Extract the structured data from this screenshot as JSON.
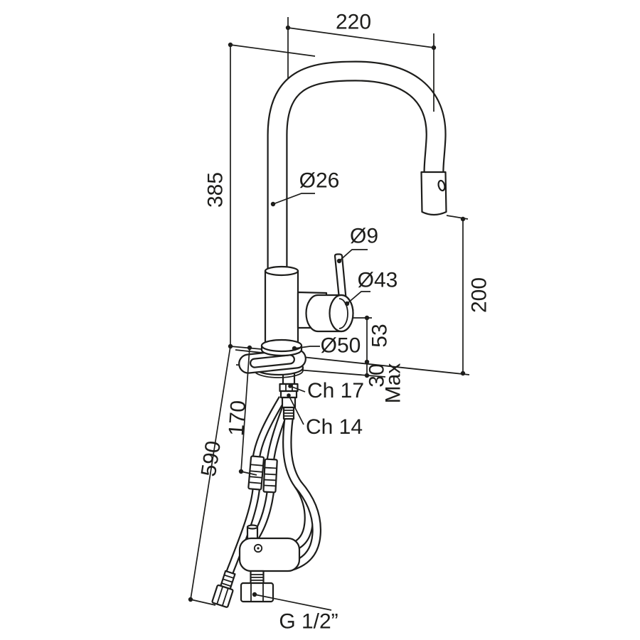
{
  "drawing": {
    "type": "technical-dimension-drawing",
    "subject": "pull-out kitchen sink mixer tap with gooseneck spout, flexible hoses and counterweight",
    "background_color": "#ffffff",
    "line_color": "#1d1d1b",
    "labels": {
      "spout_reach": "220",
      "spout_height": "385",
      "spout_tube_diameter": "Ø26",
      "lever_diameter": "Ø9",
      "handle_diameter": "Ø43",
      "base_diameter": "Ø50",
      "outlet_height": "53",
      "clearance_under_spray": "200",
      "bench_thickness": "30",
      "bench_thickness_qualifier": "Max",
      "upper_nut_wrench": "Ch 17",
      "lower_nut_wrench": "Ch 14",
      "connector_drop": "170",
      "hose_drop": "590",
      "inlet_thread": "G 1/2”"
    }
  }
}
